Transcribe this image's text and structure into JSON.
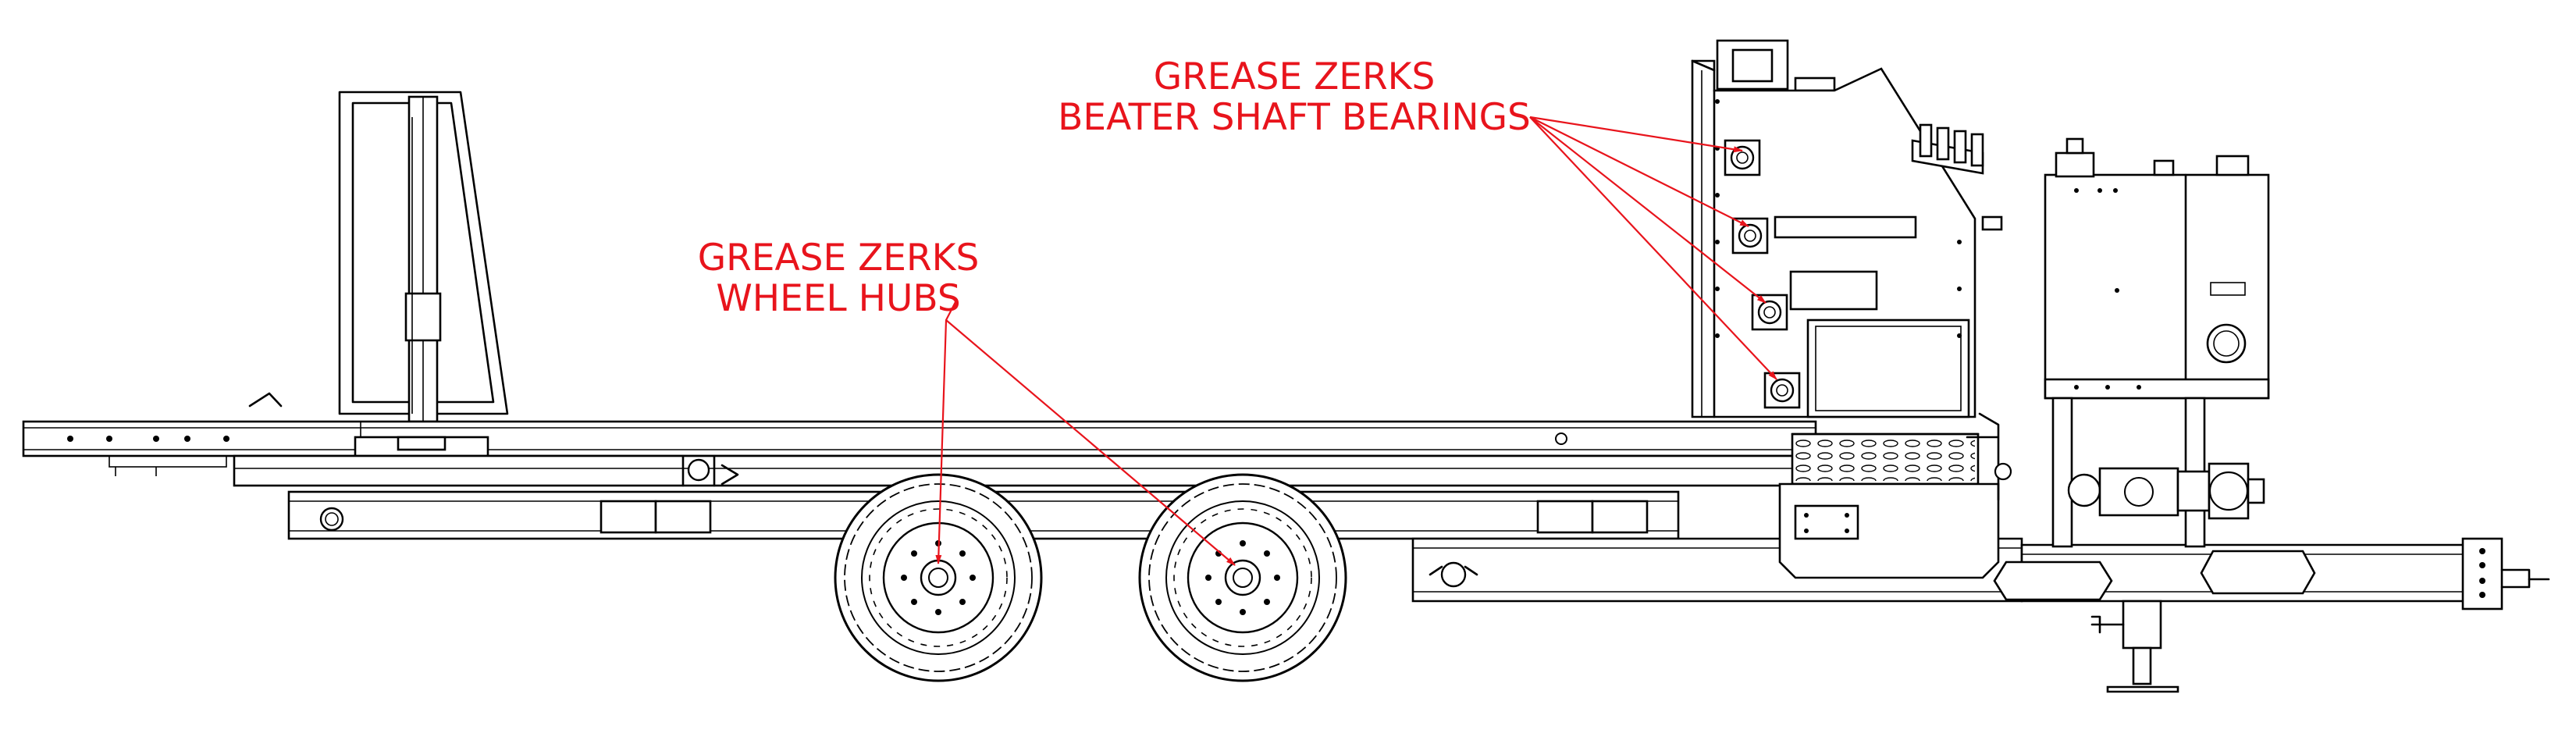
{
  "accent_color": "#e8141c",
  "line_color": "#000000",
  "callouts": [
    {
      "id": "beater",
      "line1": "GREASE ZERKS",
      "line2": "BEATER SHAFT BEARINGS"
    },
    {
      "id": "hubs",
      "line1": "GREASE ZERKS",
      "line2": "WHEEL HUBS"
    }
  ]
}
